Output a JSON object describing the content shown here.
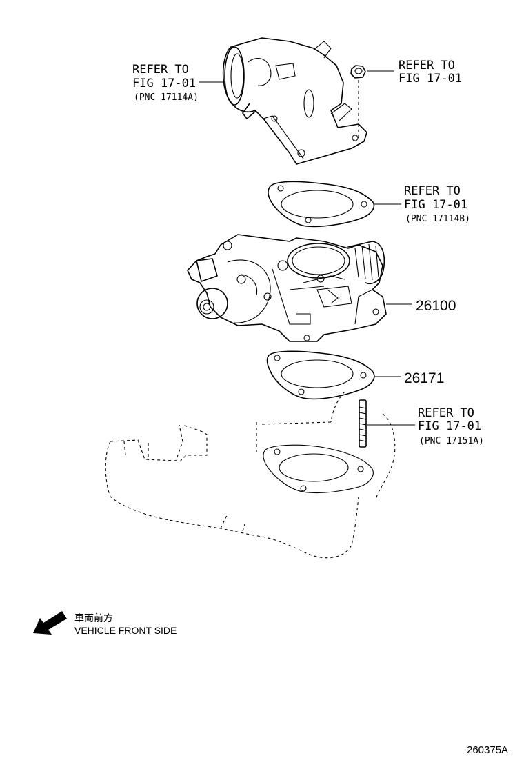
{
  "callouts": {
    "top_left": {
      "line1": "REFER TO",
      "line2": "FIG 17-01",
      "pnc": "(PNC 17114A)"
    },
    "top_right": {
      "line1": "REFER TO",
      "line2": "FIG 17-01"
    },
    "gasket_upper": {
      "line1": "REFER TO",
      "line2": "FIG 17-01",
      "pnc": "(PNC 17114B)"
    },
    "stud": {
      "line1": "REFER TO",
      "line2": "FIG 17-01",
      "pnc": "(PNC 17151A)"
    }
  },
  "part_numbers": {
    "throttle_body": "26100",
    "gasket_lower": "26171"
  },
  "legend": {
    "japanese": "車両前方",
    "english": "VEHICLE FRONT SIDE",
    "arrow_icon": "arrow-down-left-icon"
  },
  "figure_ref": "260375A"
}
